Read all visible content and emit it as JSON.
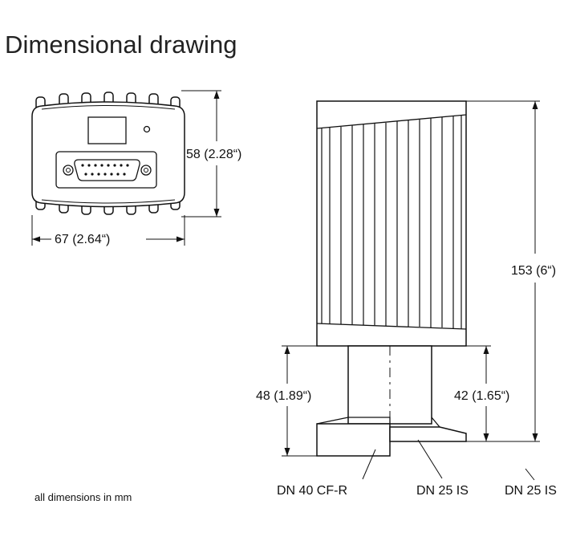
{
  "title": "Dimensional drawing",
  "dimensions": {
    "front_height": "58 (2.28“)",
    "front_width": "67 (2.64“)",
    "side_height": "153 (6“)",
    "flange_left": "48 (1.89“)",
    "flange_right": "42 (1.65“)"
  },
  "callouts": {
    "flange_cf": "DN 40 CF-R",
    "flange_is": "DN 25 IS",
    "flange_is_alt": "DN 25 IS"
  },
  "note": "all dimensions in mm"
}
